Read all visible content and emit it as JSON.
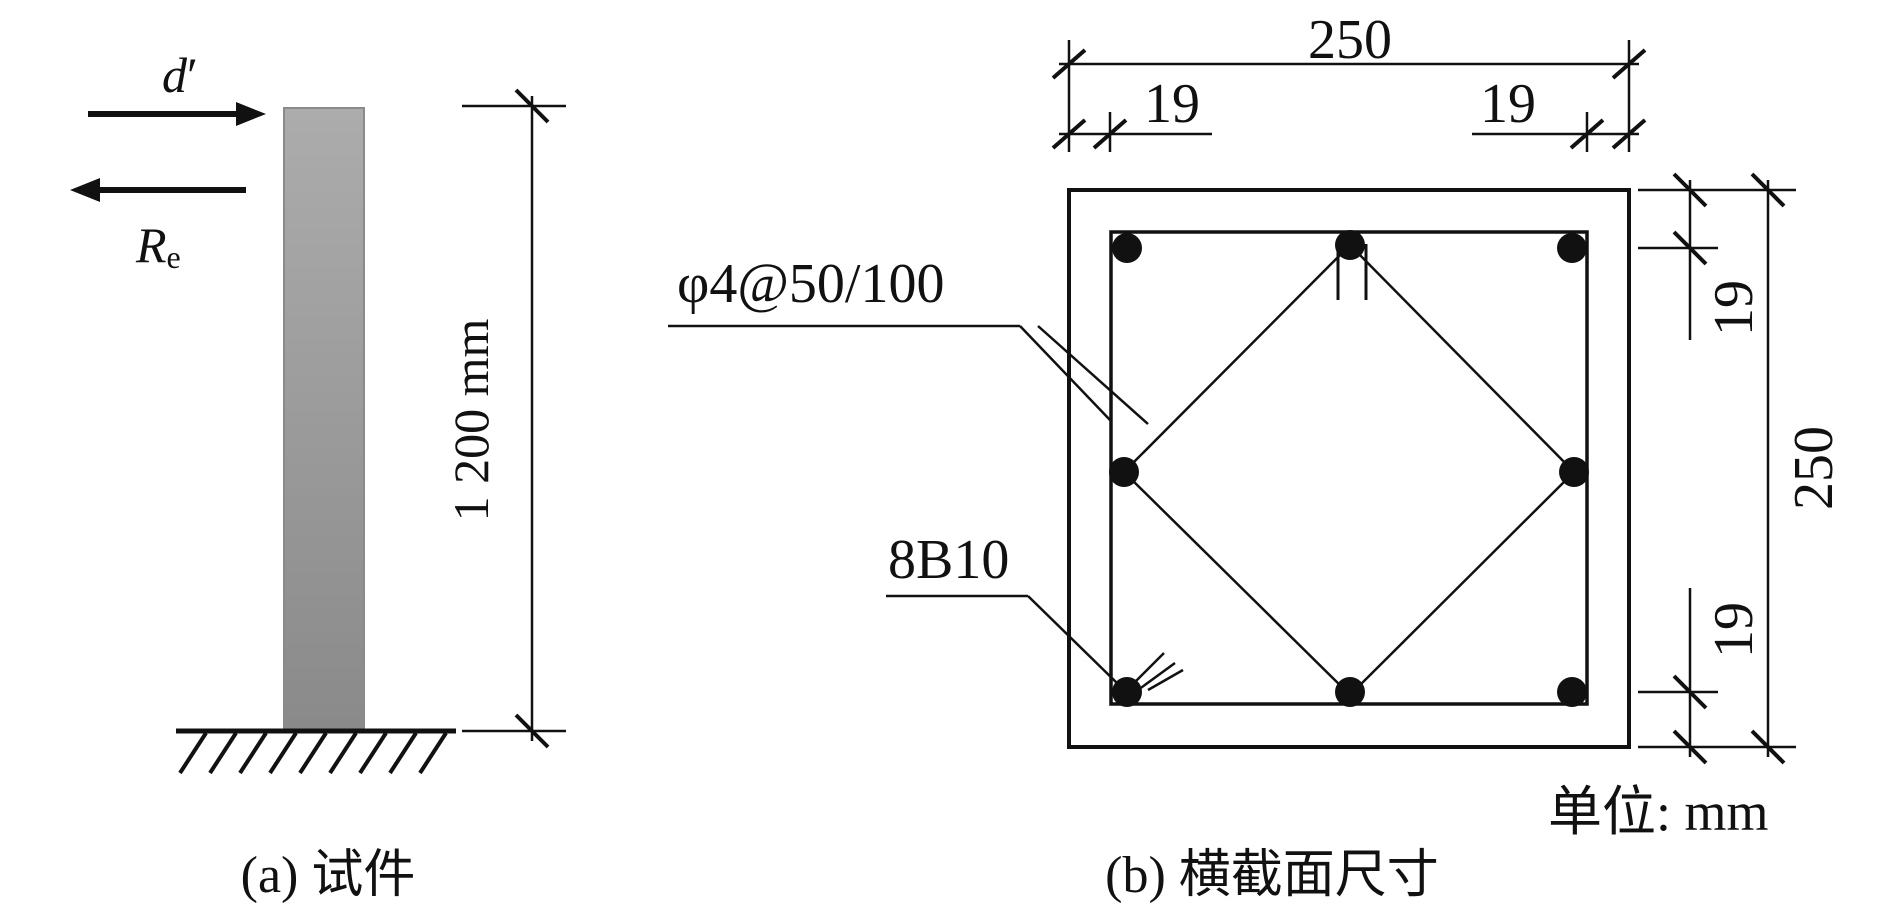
{
  "panel_a": {
    "displacement_symbol": "d",
    "displacement_prime": "′",
    "reaction_symbol": "R",
    "reaction_subscript": "e",
    "height_label": "1 200 mm",
    "caption": "(a) 试件"
  },
  "panel_b": {
    "width_label": "250",
    "cover_left_label": "19",
    "cover_right_label": "19",
    "height_label": "250",
    "cover_top_label": "19",
    "cover_bottom_label": "19",
    "stirrup_label": "φ4@50/100",
    "rebar_label": "8B10",
    "unit_label": "单位: mm",
    "caption": "(b) 横截面尺寸"
  },
  "colors": {
    "column_fill_top": "#aaaaaa",
    "column_fill_bottom": "#8c8c8c",
    "line": "#111111"
  }
}
